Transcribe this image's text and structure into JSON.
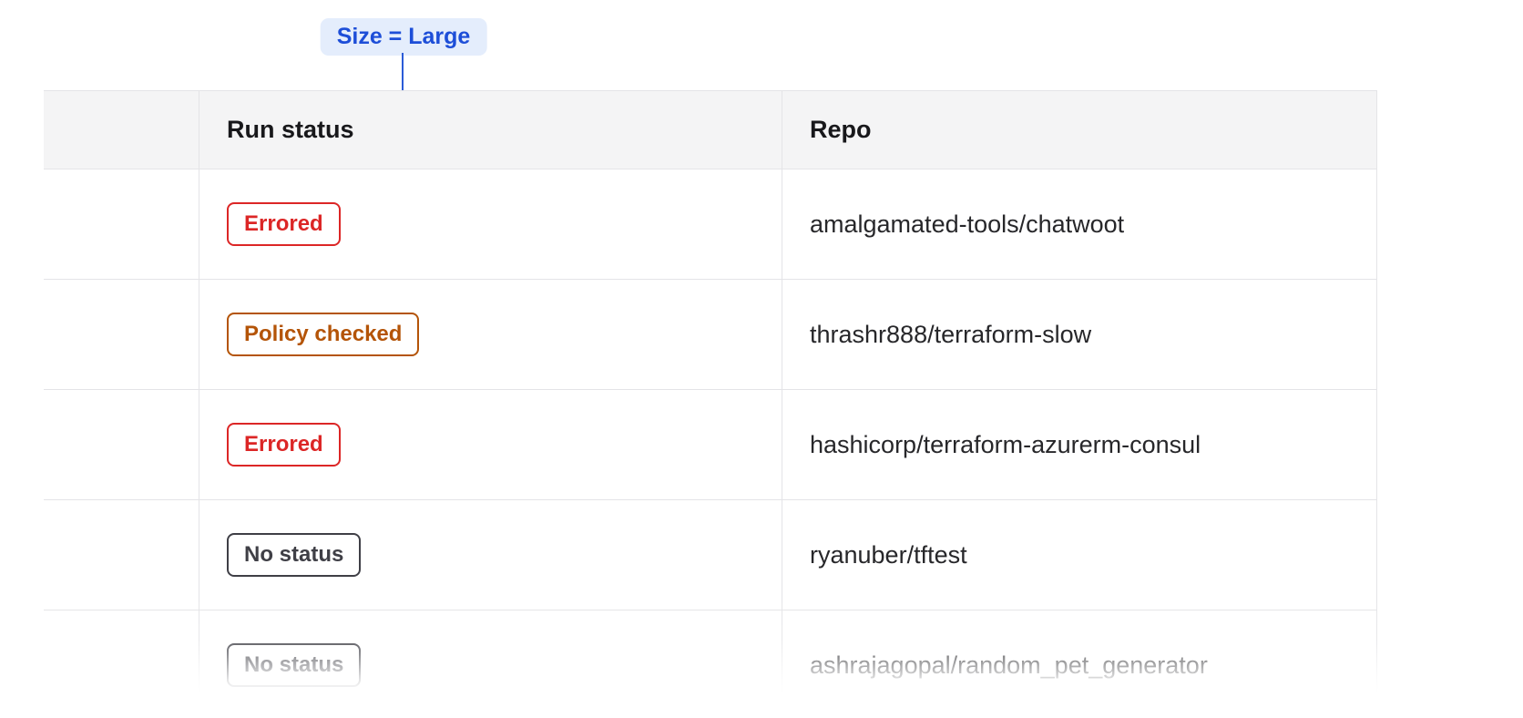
{
  "annotation": {
    "label": "Size = Large",
    "text_color": "#1d4ed8",
    "background": "#e4edfc",
    "line_color": "#2b5bd7"
  },
  "table": {
    "columns": [
      {
        "label": ""
      },
      {
        "label": "Run status"
      },
      {
        "label": "Repo"
      }
    ],
    "rows": [
      {
        "status": "Errored",
        "variant": "error",
        "repo": "amalgamated-tools/chatwoot"
      },
      {
        "status": "Policy checked",
        "variant": "warning",
        "repo": "thrashr888/terraform-slow"
      },
      {
        "status": "Errored",
        "variant": "error",
        "repo": "hashicorp/terraform-azurerm-consul"
      },
      {
        "status": "No status",
        "variant": "neutral",
        "repo": "ryanuber/tftest"
      },
      {
        "status": "No status",
        "variant": "neutral",
        "repo": "ashrajagopal/random_pet_generator"
      }
    ]
  },
  "status_colors": {
    "error": "#dc2626",
    "warning": "#b45408",
    "neutral": "#3f3f46"
  }
}
